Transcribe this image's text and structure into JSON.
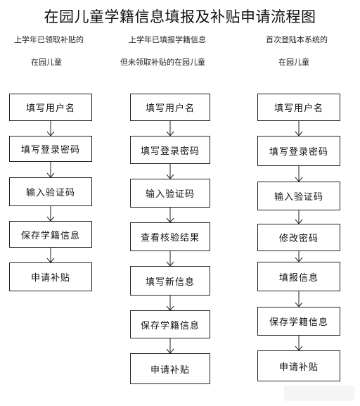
{
  "title": "在园儿童学籍信息填报及补贴申请流程图",
  "columns": [
    {
      "header_lines": [
        "上学年已领取补贴的",
        "在园儿童"
      ],
      "steps": [
        "填写用户名",
        "填写登录密码",
        "输入验证码",
        "保存学籍信息",
        "申请补贴"
      ]
    },
    {
      "header_lines": [
        "上学年已填报学籍信息",
        "但未领取补贴的在园儿童"
      ],
      "steps": [
        "填写用户名",
        "填写登录密码",
        "输入验证码",
        "查看核验结果",
        "填写新信息",
        "保存学籍信息",
        "申请补贴"
      ]
    },
    {
      "header_lines": [
        "首次登陆本系统的",
        "在园儿童"
      ],
      "steps": [
        "填写用户名",
        "填写登录密码",
        "输入验证码",
        "修改密码",
        "填报信息",
        "保存学籍信息",
        "申请补贴"
      ]
    }
  ]
}
